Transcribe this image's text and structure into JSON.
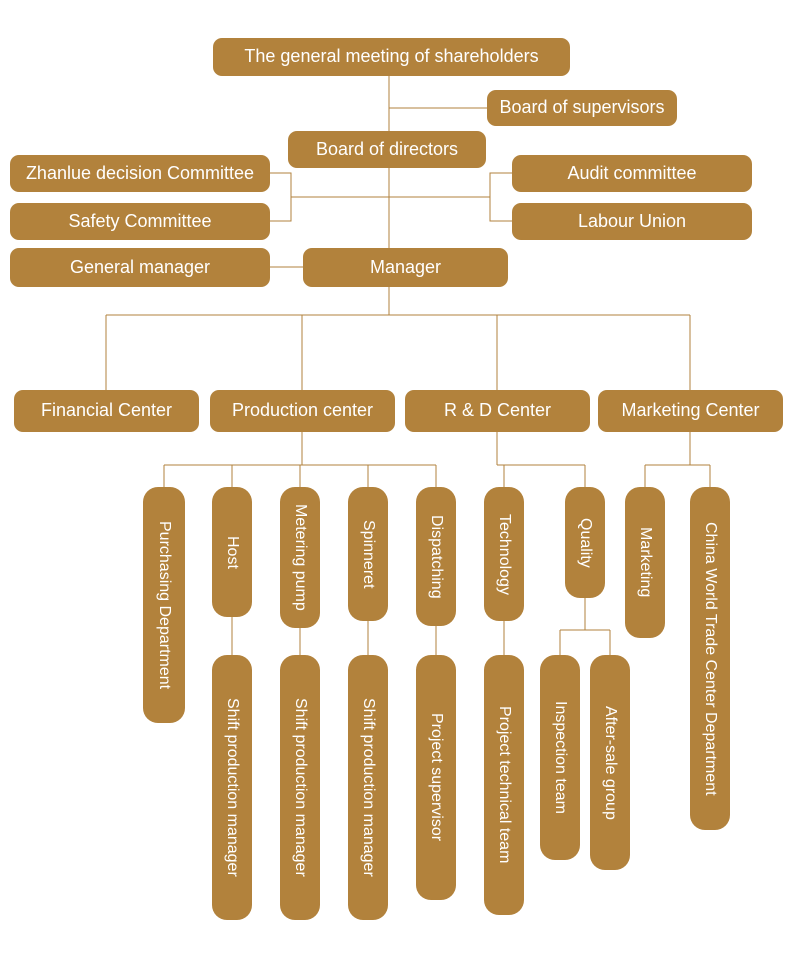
{
  "diagram": {
    "type": "org-chart",
    "accent_color": "#b2823c",
    "text_color": "#ffffff",
    "nodes": {
      "shareholders": "The general meeting of shareholders",
      "board_supervisors": "Board of supervisors",
      "board_directors": "Board of directors",
      "zhanlue_committee": "Zhanlue decision Committee",
      "safety_committee": "Safety Committee",
      "audit_committee": "Audit committee",
      "labour_union": "Labour Union",
      "general_manager": "General manager",
      "manager": "Manager",
      "financial_center": "Financial Center",
      "production_center": "Production center",
      "rnd_center": "R & D Center",
      "marketing_center": "Marketing Center",
      "purchasing_department": "Purchasing Department",
      "host": "Host",
      "metering_pump": "Metering pump",
      "spinneret": "Spinneret",
      "dispatching": "Dispatching",
      "technology": "Technology",
      "quality": "Quality",
      "marketing": "Marketing",
      "china_world_trade": "China World Trade Center Department",
      "shift_production_manager": "Shift production manager",
      "project_supervisor": "Project supervisor",
      "project_technical_team": "Project technical team",
      "inspection_team": "Inspection team",
      "after_sale_group": "After-sale group"
    }
  }
}
